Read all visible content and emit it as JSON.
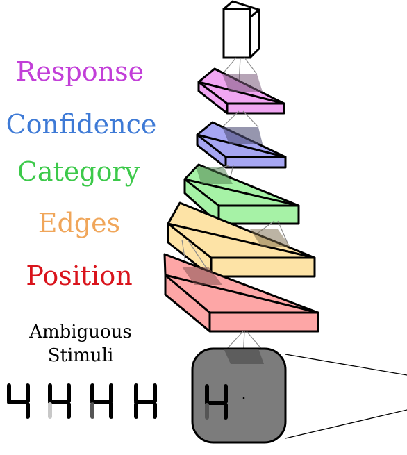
{
  "labels": {
    "response": "Response",
    "confidence": "Confidence",
    "category": "Category",
    "edges": "Edges",
    "position": "Position",
    "ambiguous_line1": "Ambiguous",
    "ambiguous_line2": "Stimuli"
  },
  "colors": {
    "response": "#c23fd8",
    "confidence": "#3e7ad6",
    "category": "#3cc94a",
    "edges": "#f0a65a",
    "position": "#d9141c",
    "response_layer": "#f0a6f2",
    "confidence_layer": "#a6a6f2",
    "category_layer": "#a6f2a6",
    "edges_layer": "#fde3a6",
    "position_layer": "#fda6a6",
    "stimulus_box": "#7c7c7c",
    "digit_dark": "#000000",
    "digit_light": "#c8c8c8",
    "digit_mid": "#555555"
  }
}
